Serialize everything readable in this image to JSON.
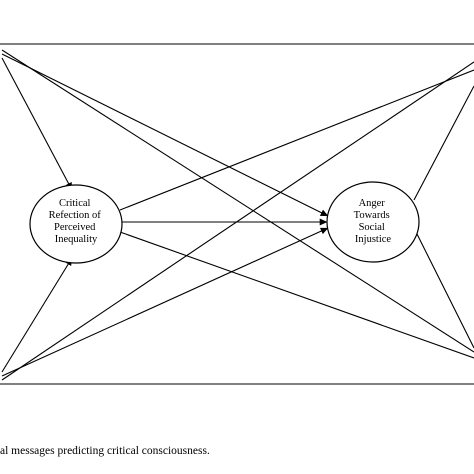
{
  "nodes": {
    "critical_reflection": {
      "lines": [
        "Critical",
        "Refection of",
        "Perceived",
        "Inequality"
      ]
    },
    "anger": {
      "lines": [
        "Anger",
        "Towards",
        "Social",
        "Injustice"
      ]
    }
  },
  "caption": "al messages predicting critical consciousness."
}
